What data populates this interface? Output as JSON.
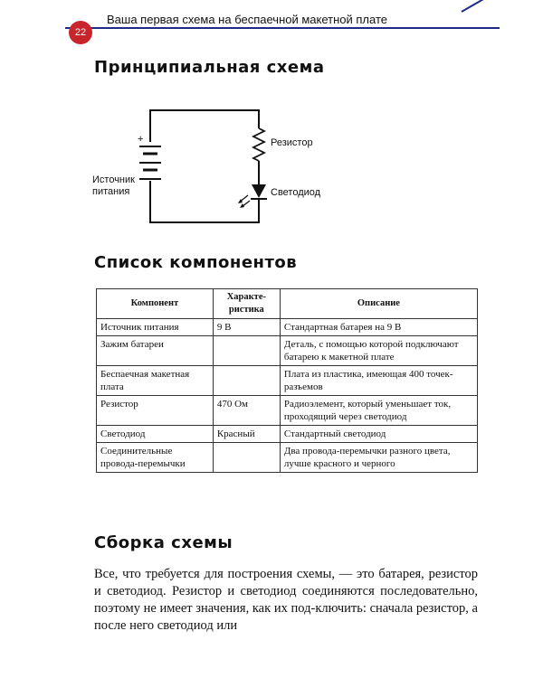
{
  "header": {
    "page_number": "22",
    "title": "Ваша первая схема на беспаечной макетной плате"
  },
  "schematic": {
    "heading": "Принципиальная схема",
    "battery_plus": "+",
    "battery_label_line1": "Источник",
    "battery_label_line2": "питания",
    "resistor_label": "Резистор",
    "led_label": "Светодиод"
  },
  "components": {
    "heading": "Список компонентов",
    "columns": [
      "Компонент",
      "Характе-ристика",
      "Описание"
    ],
    "column_header_lines": [
      [
        "Компонент"
      ],
      [
        "Характе-",
        "ристика"
      ],
      [
        "Описание"
      ]
    ],
    "rows": [
      {
        "component": "Источник питания",
        "spec": "9 В",
        "description": "Стандартная батарея на 9 В"
      },
      {
        "component": "Зажим батареи",
        "spec": "",
        "description": "Деталь, с помощью которой подключают батарею к макетной плате"
      },
      {
        "component": "Беспаечная макетная плата",
        "spec": "",
        "description": "Плата из пластика, имеющая 400 точек-разъемов"
      },
      {
        "component": "Резистор",
        "spec": "470 Ом",
        "description": "Радиоэлемент, который уменьшает ток, проходящий через светодиод"
      },
      {
        "component": "Светодиод",
        "spec": "Красный",
        "description": "Стандартный светодиод"
      },
      {
        "component": "Соединительные провода-перемычки",
        "spec": "",
        "description": "Два провода-перемычки разного цвета, лучше красного и черного"
      }
    ]
  },
  "assembly": {
    "heading": "Сборка схемы",
    "paragraph": "Все, что требуется для построения схемы, — это батарея, резистор и светодиод. Резистор и светодиод соединяются последовательно, поэтому не имеет значения, как их под-ключить: сначала резистор, а после него светодиод или"
  },
  "colors": {
    "accent_blue": "#1e2a8a",
    "badge_red": "#c8242c"
  }
}
